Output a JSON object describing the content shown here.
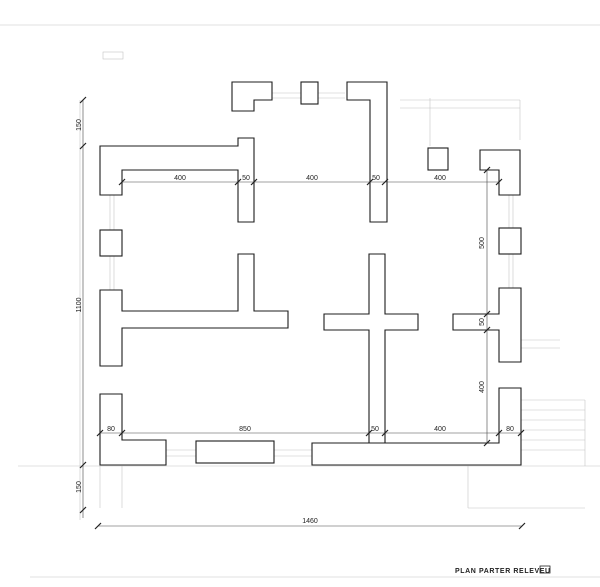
{
  "drawing": {
    "title": "PLAN PARTER RELEVEU",
    "dimensions": {
      "top_room_a": "400",
      "top_wall_a": "50",
      "top_room_b": "400",
      "top_wall_b": "50",
      "top_room_c": "400",
      "right_upper": "500",
      "right_wall": "50",
      "right_lower": "400",
      "bottom_left_wall": "80",
      "bottom_room_a": "850",
      "bottom_wall": "50",
      "bottom_room_b": "400",
      "bottom_right_wall": "80",
      "left_top": "150",
      "left_total": "1100",
      "left_bottom": "150",
      "overall_width": "1460"
    }
  }
}
